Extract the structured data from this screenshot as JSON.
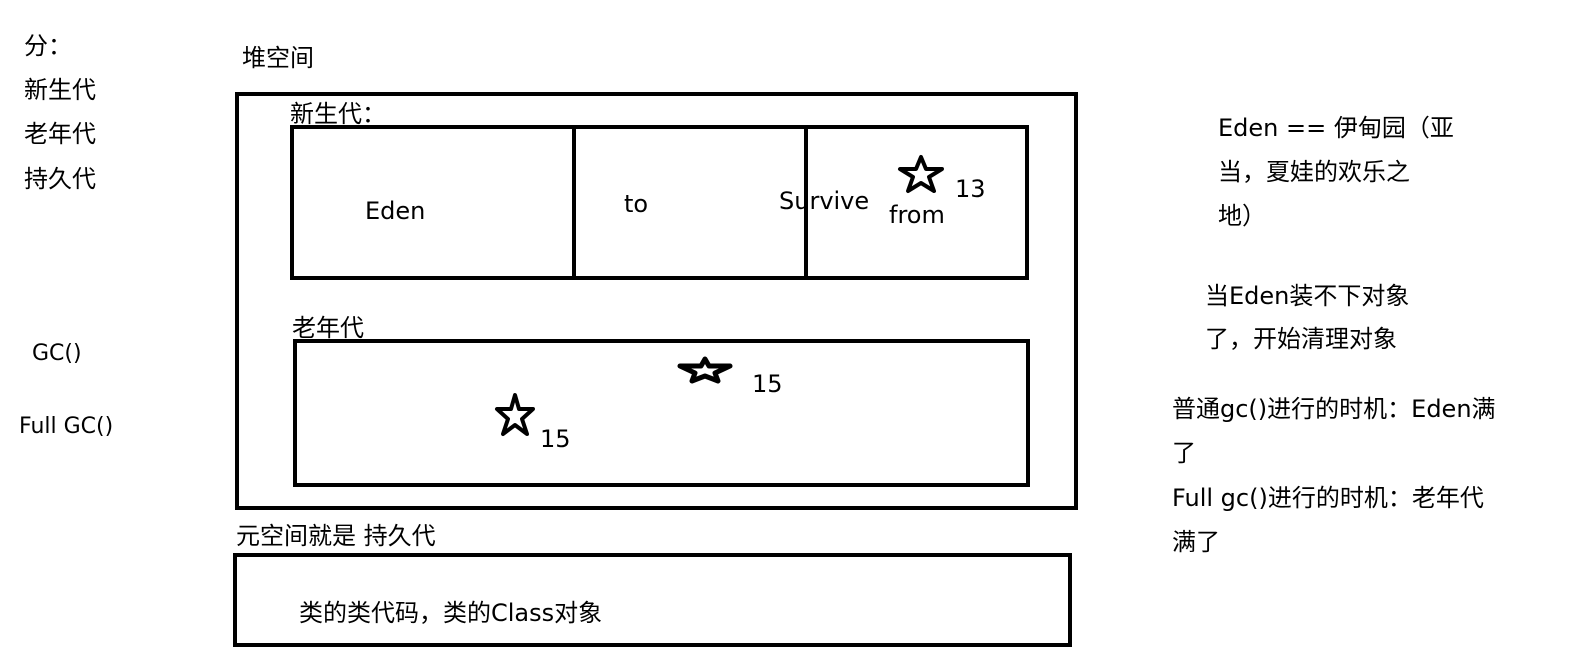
{
  "legend": {
    "title": "分：",
    "items": [
      "新生代",
      "老年代",
      "持久代"
    ],
    "gc": "GC()",
    "full_gc": "Full GC()"
  },
  "heap": {
    "title": "堆空间",
    "young_gen": {
      "label": "新生代：",
      "regions": {
        "eden": "Eden",
        "to": "to",
        "survive": "Survive",
        "from": "from"
      },
      "from_object_age": "13"
    },
    "old_gen": {
      "label": "老年代",
      "object_ages": [
        "15",
        "15"
      ]
    }
  },
  "metaspace": {
    "title": "元空间就是 持久代",
    "content": "类的类代码，类的Class对象"
  },
  "notes": {
    "eden_line1": "Eden == 伊甸园（亚",
    "eden_line2": "当，夏娃的欢乐之",
    "eden_line3": "地）",
    "clean_line1": "当Eden装不下对象",
    "clean_line2": "了，开始清理对象",
    "minor_gc_line1": "普通gc()进行的时机：Eden满",
    "minor_gc_line2": "了",
    "full_gc_line1": "Full gc()进行的时机：老年代",
    "full_gc_line2": "满了"
  },
  "colors": {
    "stroke": "#000000",
    "background": "#ffffff"
  }
}
